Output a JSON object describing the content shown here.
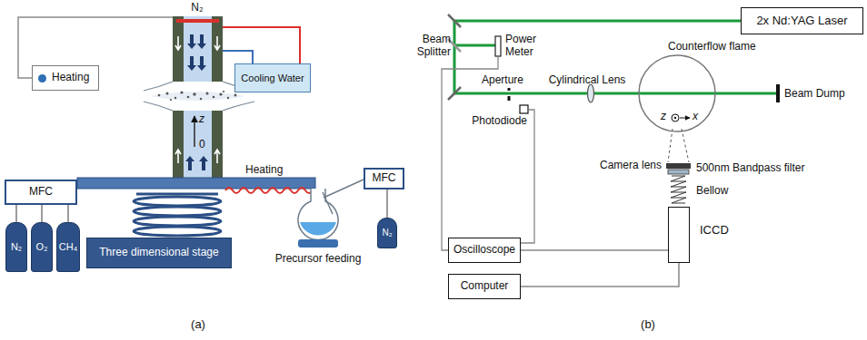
{
  "diagram": {
    "nodes": [
      {
        "text": [
          "Heating"
        ]
      },
      {
        "text": [
          "Cooling Water"
        ]
      },
      {
        "text": [
          "MFC"
        ]
      },
      {
        "text": [
          "N₂"
        ]
      },
      {
        "text": [
          "O₂"
        ]
      },
      {
        "text": [
          "CH₄"
        ]
      },
      {
        "text": [
          "Three dimensional stage"
        ]
      },
      {
        "text": [
          "MFC"
        ]
      },
      {
        "text": [
          "N₂"
        ]
      },
      {
        "text": [
          "2x Nd:YAG Laser"
        ]
      },
      {
        "text": [
          "ICCD"
        ]
      },
      {
        "text": [
          "Oscilloscope"
        ]
      },
      {
        "text": [
          "Computer"
        ]
      }
    ],
    "edges": [
      {
        "from": 3,
        "to": 2,
        "arrow": "none"
      },
      {
        "from": 4,
        "to": 2,
        "arrow": "none"
      },
      {
        "from": 5,
        "to": 2,
        "arrow": "none"
      },
      {
        "from": 8,
        "to": 7,
        "arrow": "none"
      },
      {
        "from": 11,
        "to": 10,
        "arrow": "none"
      },
      {
        "from": 12,
        "to": 10,
        "arrow": "none"
      }
    ],
    "labels": [
      "N₂",
      "z",
      "0",
      "Heating",
      "Precursor feeding",
      "(a)",
      "Beam Splitter",
      "Power Meter",
      "Aperture",
      "Cylindrical Lens",
      "Counterflow flame",
      "Beam Dump",
      "Photodiode",
      "z",
      "x",
      "Camera lens",
      "500nm Bandpass filter",
      "Bellow",
      "(b)"
    ]
  }
}
